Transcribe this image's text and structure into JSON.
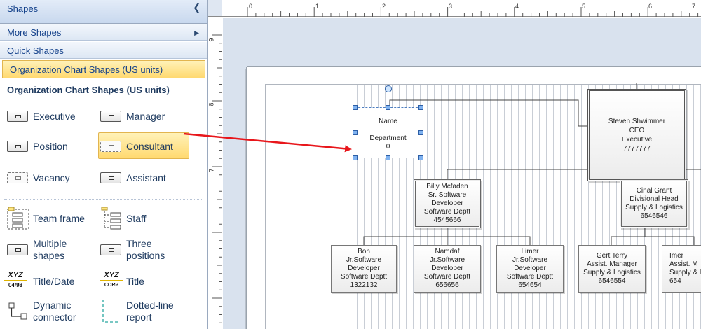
{
  "panel": {
    "shapes_header": "Shapes",
    "more_shapes": "More Shapes",
    "quick_shapes": "Quick Shapes",
    "active_stencil": "Organization Chart Shapes (US units)",
    "stencil_title": "Organization Chart Shapes (US units)",
    "items": {
      "executive": "Executive",
      "manager": "Manager",
      "position": "Position",
      "consultant": "Consultant",
      "vacancy": "Vacancy",
      "assistant": "Assistant",
      "team_frame": "Team frame",
      "staff": "Staff",
      "multiple_shapes": "Multiple shapes",
      "three_positions": "Three positions",
      "title_date": "Title/Date",
      "title": "Title",
      "dynamic_connector": "Dynamic connector",
      "dotted_line_report": "Dotted-line report"
    },
    "xyz_text": "XYZ",
    "date_text": "04/98",
    "corp_text": "CORP"
  },
  "ruler": {
    "top": [
      "0",
      "1",
      "2",
      "3",
      "4",
      "5",
      "6",
      "7"
    ],
    "left": [
      "9",
      "8",
      "7"
    ]
  },
  "chart": {
    "selected": {
      "name": "Name",
      "department": "Department",
      "value": "0"
    },
    "ceo": {
      "name": "Steven Shwimmer",
      "title": "CEO",
      "role": "Executive",
      "id": "7777777"
    },
    "manager1": {
      "name": "Billy Mcfaden",
      "title": "Sr. Software",
      "title2": "Developer",
      "dept": "Software Deptt",
      "id": "4545666"
    },
    "manager2": {
      "name": "Cinal Grant",
      "title": "Divisional Head",
      "dept": "Supply & Logistics",
      "id": "6546546"
    },
    "staff": [
      {
        "name": "Bon",
        "title": "Jr.Software",
        "title2": "Developer",
        "dept": "Software Deptt",
        "id": "1322132"
      },
      {
        "name": "Namdaf",
        "title": "Jr.Software",
        "title2": "Developer",
        "dept": "Software Deptt",
        "id": "656656"
      },
      {
        "name": "Limer",
        "title": "Jr.Software",
        "title2": "Developer",
        "dept": "Software Deptt",
        "id": "654654"
      },
      {
        "name": "Gert Terry",
        "title": "Assist. Manager",
        "dept": "Supply & Logistics",
        "id": "6546554"
      },
      {
        "name": "Imer",
        "title": "Assist. M",
        "dept": "Supply & L",
        "id": "654"
      }
    ]
  },
  "colors": {
    "arrow": "#e8161b",
    "selection": "#4f7fc0",
    "stencil_highlight": "#ffd970"
  }
}
